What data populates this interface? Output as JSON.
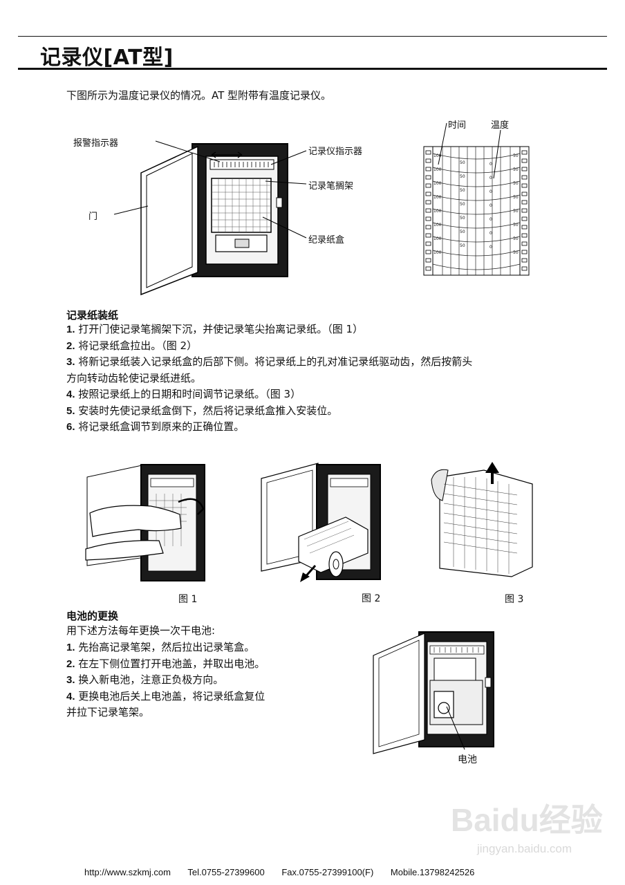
{
  "page": {
    "title": "记录仪[AT型]",
    "intro": "下图所示为温度记录仪的情况。AT 型附带有温度记录仪。"
  },
  "figure_top": {
    "labels": {
      "alarm": "报警指示器",
      "door": "门",
      "indicator": "记录仪指示器",
      "pen_holder": "记录笔搁架",
      "paper_box": "纪录纸盒",
      "time": "时间",
      "temperature": "温度"
    },
    "chart_ticks": {
      "left": [
        "100",
        "100",
        "100",
        "100",
        "100",
        "100",
        "100",
        "100"
      ],
      "middle": [
        "50",
        "50",
        "50",
        "50",
        "50",
        "50",
        "50"
      ],
      "zero": [
        "0",
        "0",
        "0",
        "0",
        "0",
        "0",
        "0"
      ],
      "right": [
        "50",
        "50",
        "50",
        "50",
        "50",
        "50",
        "50",
        "50"
      ]
    }
  },
  "paper_section": {
    "heading": "记录纸装纸",
    "steps": [
      {
        "num": "1.",
        "text": " 打开门使记录笔搁架下沉，并使记录笔尖抬离记录纸。（图 1）"
      },
      {
        "num": "2.",
        "text": " 将记录纸盒拉出。（图 2）"
      },
      {
        "num": "3.",
        "text": " 将新记录纸装入记录纸盒的后部下侧。将记录纸上的孔对准记录纸驱动齿，然后按箭头"
      },
      {
        "num": "",
        "text": "方向转动齿轮使记录纸进纸。"
      },
      {
        "num": "4.",
        "text": " 按照记录纸上的日期和时间调节记录纸。（图 3）"
      },
      {
        "num": "5.",
        "text": " 安装时先使记录纸盒倒下，然后将记录纸盒推入安装位。"
      },
      {
        "num": "6.",
        "text": " 将记录纸盒调节到原来的正确位置。"
      }
    ]
  },
  "figures_mid": {
    "captions": [
      "图 1",
      "图 2",
      "图 3"
    ]
  },
  "battery_section": {
    "heading": "电池的更换",
    "intro": "用下述方法每年更换一次干电池:",
    "steps": [
      {
        "num": "1.",
        "text": " 先抬高记录笔架，然后拉出记录笔盒。"
      },
      {
        "num": "2.",
        "text": " 在左下侧位置打开电池盖，并取出电池。"
      },
      {
        "num": "3.",
        "text": " 换入新电池，注意正负极方向。"
      },
      {
        "num": "4.",
        "text": " 更换电池后关上电池盖，将记录纸盒复位"
      },
      {
        "num": "",
        "text": "并拉下记录笔架。"
      }
    ],
    "battery_label": "电池"
  },
  "footer": {
    "website": "http://www.szkmj.com",
    "tel": "Tel.0755-27399600",
    "fax": "Fax.0755-27399100(F)",
    "mobile": "Mobile.13798242526"
  },
  "watermark": {
    "logo": "Baidu经验",
    "url": "jingyan.baidu.com"
  }
}
